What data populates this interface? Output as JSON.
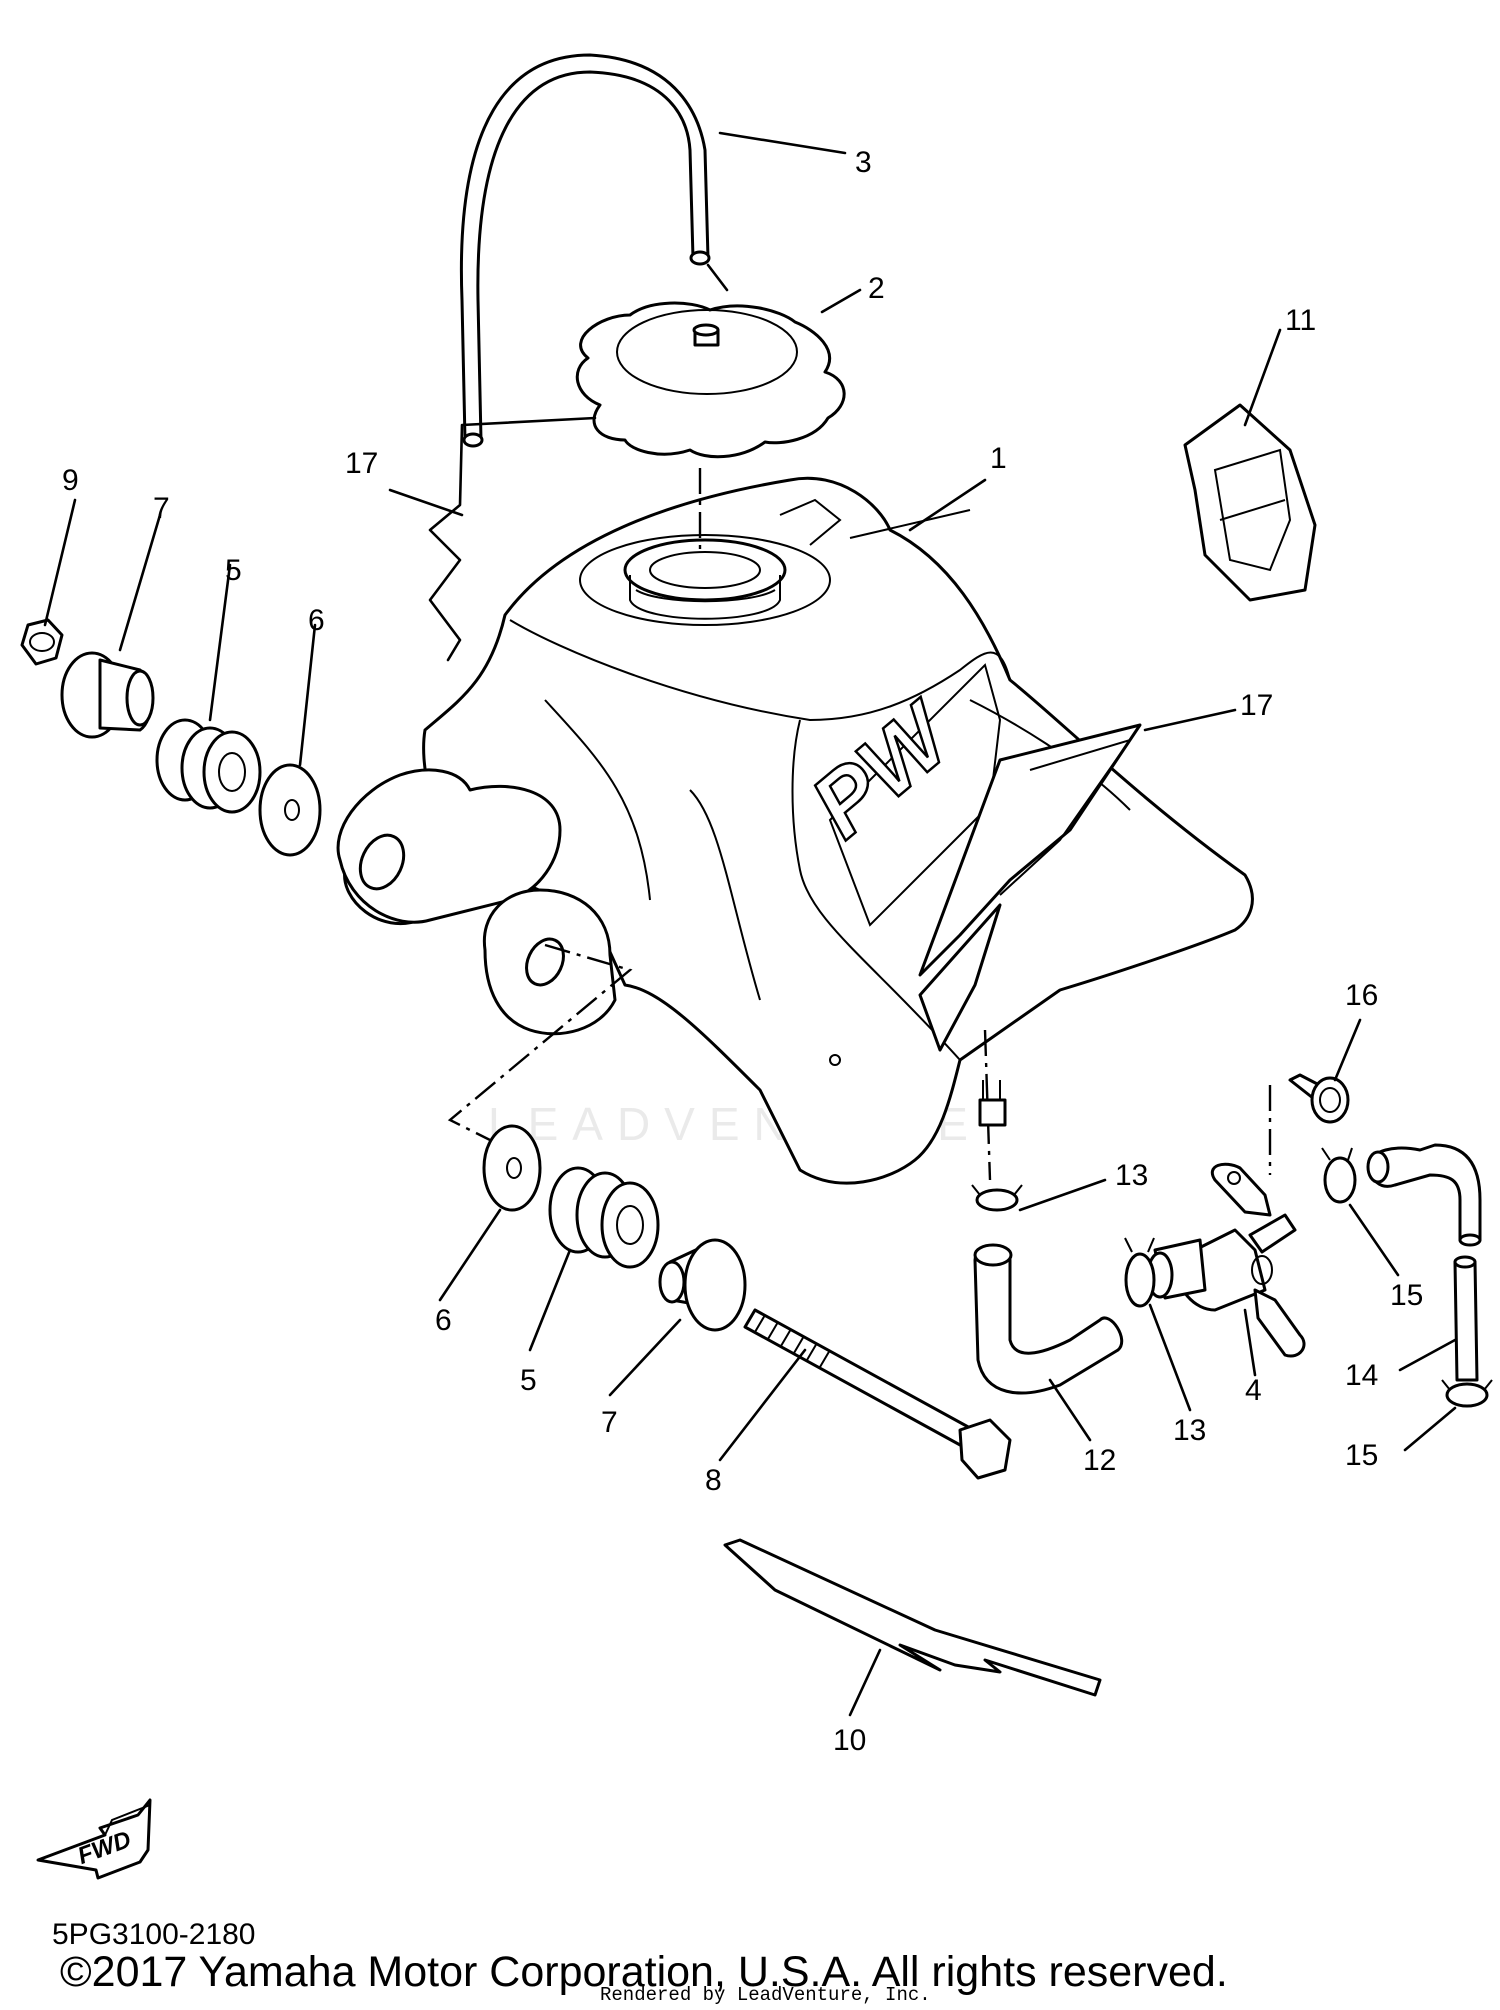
{
  "diagram": {
    "callouts": [
      "1",
      "2",
      "3",
      "17",
      "9",
      "7",
      "5",
      "6",
      "11",
      "17",
      "16",
      "13",
      "6",
      "5",
      "7",
      "8",
      "12",
      "13",
      "4",
      "15",
      "14",
      "15",
      "10"
    ],
    "tank_decal_text": "PW",
    "fwd_arrow_label": "FWD",
    "watermark_text": "LEADVENTURE"
  },
  "footer": {
    "part_code": "5PG3100-2180",
    "copyright": "©2017 Yamaha Motor Corporation, U.S.A. All rights reserved.",
    "rendered_by": "Rendered by LeadVenture, Inc."
  }
}
